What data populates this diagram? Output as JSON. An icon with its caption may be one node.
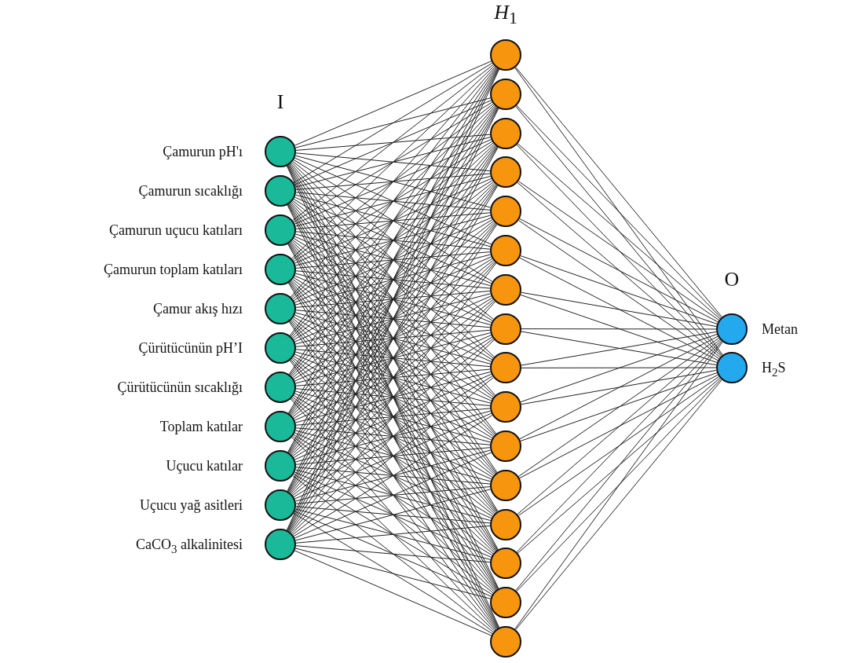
{
  "diagram": {
    "nodes": [
      {
        "text": [],
        "shape": "circle",
        "beside": [
          "Çamurun pH'ı"
        ]
      },
      {
        "text": [],
        "shape": "circle",
        "beside": [
          "Çamurun sıcaklığı"
        ]
      },
      {
        "text": [],
        "shape": "circle",
        "beside": [
          "Çamurun uçucu katıları"
        ]
      },
      {
        "text": [],
        "shape": "circle",
        "beside": [
          "Çamurun toplam katıları"
        ]
      },
      {
        "text": [],
        "shape": "circle",
        "beside": [
          "Çamur akış hızı"
        ]
      },
      {
        "text": [],
        "shape": "circle",
        "beside": [
          "Çürütücünün pH’I"
        ]
      },
      {
        "text": [],
        "shape": "circle",
        "beside": [
          "Çürütücünün sıcaklığı"
        ]
      },
      {
        "text": [],
        "shape": "circle",
        "beside": [
          "Toplam katılar"
        ]
      },
      {
        "text": [],
        "shape": "circle",
        "beside": [
          "Uçucu katılar"
        ]
      },
      {
        "text": [],
        "shape": "circle",
        "beside": [
          "Uçucu yağ asitleri"
        ]
      },
      {
        "text": [],
        "shape": "circle",
        "beside": [
          "CaCO$_{3}$ alkalinitesi"
        ]
      },
      {
        "text": [],
        "shape": "circle"
      },
      {
        "text": [],
        "shape": "circle"
      },
      {
        "text": [],
        "shape": "circle"
      },
      {
        "text": [],
        "shape": "circle"
      },
      {
        "text": [],
        "shape": "circle"
      },
      {
        "text": [],
        "shape": "circle"
      },
      {
        "text": [],
        "shape": "circle"
      },
      {
        "text": [],
        "shape": "circle"
      },
      {
        "text": [],
        "shape": "circle"
      },
      {
        "text": [],
        "shape": "circle"
      },
      {
        "text": [],
        "shape": "circle"
      },
      {
        "text": [],
        "shape": "circle"
      },
      {
        "text": [],
        "shape": "circle"
      },
      {
        "text": [],
        "shape": "circle"
      },
      {
        "text": [],
        "shape": "circle"
      },
      {
        "text": [],
        "shape": "circle"
      },
      {
        "text": [],
        "shape": "circle",
        "beside": [
          "Metan"
        ]
      },
      {
        "text": [],
        "shape": "circle",
        "beside": [
          "H$_{2}$S"
        ]
      }
    ],
    "edges": [
      {
        "from": 0,
        "to": 11,
        "arrow": "none"
      },
      {
        "from": 0,
        "to": 12,
        "arrow": "none"
      },
      {
        "from": 0,
        "to": 13,
        "arrow": "none"
      },
      {
        "from": 0,
        "to": 14,
        "arrow": "none"
      },
      {
        "from": 0,
        "to": 15,
        "arrow": "none"
      },
      {
        "from": 0,
        "to": 16,
        "arrow": "none"
      },
      {
        "from": 0,
        "to": 17,
        "arrow": "none"
      },
      {
        "from": 0,
        "to": 18,
        "arrow": "none"
      },
      {
        "from": 0,
        "to": 19,
        "arrow": "none"
      },
      {
        "from": 0,
        "to": 20,
        "arrow": "none"
      },
      {
        "from": 0,
        "to": 21,
        "arrow": "none"
      },
      {
        "from": 0,
        "to": 22,
        "arrow": "none"
      },
      {
        "from": 0,
        "to": 23,
        "arrow": "none"
      },
      {
        "from": 0,
        "to": 24,
        "arrow": "none"
      },
      {
        "from": 0,
        "to": 25,
        "arrow": "none"
      },
      {
        "from": 0,
        "to": 26,
        "arrow": "none"
      },
      {
        "from": 1,
        "to": 11,
        "arrow": "none"
      },
      {
        "from": 1,
        "to": 12,
        "arrow": "none"
      },
      {
        "from": 1,
        "to": 13,
        "arrow": "none"
      },
      {
        "from": 1,
        "to": 14,
        "arrow": "none"
      },
      {
        "from": 1,
        "to": 15,
        "arrow": "none"
      },
      {
        "from": 1,
        "to": 16,
        "arrow": "none"
      },
      {
        "from": 1,
        "to": 17,
        "arrow": "none"
      },
      {
        "from": 1,
        "to": 18,
        "arrow": "none"
      },
      {
        "from": 1,
        "to": 19,
        "arrow": "none"
      },
      {
        "from": 1,
        "to": 20,
        "arrow": "none"
      },
      {
        "from": 1,
        "to": 21,
        "arrow": "none"
      },
      {
        "from": 1,
        "to": 22,
        "arrow": "none"
      },
      {
        "from": 1,
        "to": 23,
        "arrow": "none"
      },
      {
        "from": 1,
        "to": 24,
        "arrow": "none"
      },
      {
        "from": 1,
        "to": 25,
        "arrow": "none"
      },
      {
        "from": 1,
        "to": 26,
        "arrow": "none"
      },
      {
        "from": 2,
        "to": 11,
        "arrow": "none"
      },
      {
        "from": 2,
        "to": 12,
        "arrow": "none"
      },
      {
        "from": 2,
        "to": 13,
        "arrow": "none"
      },
      {
        "from": 2,
        "to": 14,
        "arrow": "none"
      },
      {
        "from": 2,
        "to": 15,
        "arrow": "none"
      },
      {
        "from": 2,
        "to": 16,
        "arrow": "none"
      },
      {
        "from": 2,
        "to": 17,
        "arrow": "none"
      },
      {
        "from": 2,
        "to": 18,
        "arrow": "none"
      },
      {
        "from": 2,
        "to": 19,
        "arrow": "none"
      },
      {
        "from": 2,
        "to": 20,
        "arrow": "none"
      },
      {
        "from": 2,
        "to": 21,
        "arrow": "none"
      },
      {
        "from": 2,
        "to": 22,
        "arrow": "none"
      },
      {
        "from": 2,
        "to": 23,
        "arrow": "none"
      },
      {
        "from": 2,
        "to": 24,
        "arrow": "none"
      },
      {
        "from": 2,
        "to": 25,
        "arrow": "none"
      },
      {
        "from": 2,
        "to": 26,
        "arrow": "none"
      },
      {
        "from": 3,
        "to": 11,
        "arrow": "none"
      },
      {
        "from": 3,
        "to": 12,
        "arrow": "none"
      },
      {
        "from": 3,
        "to": 13,
        "arrow": "none"
      },
      {
        "from": 3,
        "to": 14,
        "arrow": "none"
      },
      {
        "from": 3,
        "to": 15,
        "arrow": "none"
      },
      {
        "from": 3,
        "to": 16,
        "arrow": "none"
      },
      {
        "from": 3,
        "to": 17,
        "arrow": "none"
      },
      {
        "from": 3,
        "to": 18,
        "arrow": "none"
      },
      {
        "from": 3,
        "to": 19,
        "arrow": "none"
      },
      {
        "from": 3,
        "to": 20,
        "arrow": "none"
      },
      {
        "from": 3,
        "to": 21,
        "arrow": "none"
      },
      {
        "from": 3,
        "to": 22,
        "arrow": "none"
      },
      {
        "from": 3,
        "to": 23,
        "arrow": "none"
      },
      {
        "from": 3,
        "to": 24,
        "arrow": "none"
      },
      {
        "from": 3,
        "to": 25,
        "arrow": "none"
      },
      {
        "from": 3,
        "to": 26,
        "arrow": "none"
      },
      {
        "from": 4,
        "to": 11,
        "arrow": "none"
      },
      {
        "from": 4,
        "to": 12,
        "arrow": "none"
      },
      {
        "from": 4,
        "to": 13,
        "arrow": "none"
      },
      {
        "from": 4,
        "to": 14,
        "arrow": "none"
      },
      {
        "from": 4,
        "to": 15,
        "arrow": "none"
      },
      {
        "from": 4,
        "to": 16,
        "arrow": "none"
      },
      {
        "from": 4,
        "to": 17,
        "arrow": "none"
      },
      {
        "from": 4,
        "to": 18,
        "arrow": "none"
      },
      {
        "from": 4,
        "to": 19,
        "arrow": "none"
      },
      {
        "from": 4,
        "to": 20,
        "arrow": "none"
      },
      {
        "from": 4,
        "to": 21,
        "arrow": "none"
      },
      {
        "from": 4,
        "to": 22,
        "arrow": "none"
      },
      {
        "from": 4,
        "to": 23,
        "arrow": "none"
      },
      {
        "from": 4,
        "to": 24,
        "arrow": "none"
      },
      {
        "from": 4,
        "to": 25,
        "arrow": "none"
      },
      {
        "from": 4,
        "to": 26,
        "arrow": "none"
      },
      {
        "from": 5,
        "to": 11,
        "arrow": "none"
      },
      {
        "from": 5,
        "to": 12,
        "arrow": "none"
      },
      {
        "from": 5,
        "to": 13,
        "arrow": "none"
      },
      {
        "from": 5,
        "to": 14,
        "arrow": "none"
      },
      {
        "from": 5,
        "to": 15,
        "arrow": "none"
      },
      {
        "from": 5,
        "to": 16,
        "arrow": "none"
      },
      {
        "from": 5,
        "to": 17,
        "arrow": "none"
      },
      {
        "from": 5,
        "to": 18,
        "arrow": "none"
      },
      {
        "from": 5,
        "to": 19,
        "arrow": "none"
      },
      {
        "from": 5,
        "to": 20,
        "arrow": "none"
      },
      {
        "from": 5,
        "to": 21,
        "arrow": "none"
      },
      {
        "from": 5,
        "to": 22,
        "arrow": "none"
      },
      {
        "from": 5,
        "to": 23,
        "arrow": "none"
      },
      {
        "from": 5,
        "to": 24,
        "arrow": "none"
      },
      {
        "from": 5,
        "to": 25,
        "arrow": "none"
      },
      {
        "from": 5,
        "to": 26,
        "arrow": "none"
      },
      {
        "from": 6,
        "to": 11,
        "arrow": "none"
      },
      {
        "from": 6,
        "to": 12,
        "arrow": "none"
      },
      {
        "from": 6,
        "to": 13,
        "arrow": "none"
      },
      {
        "from": 6,
        "to": 14,
        "arrow": "none"
      },
      {
        "from": 6,
        "to": 15,
        "arrow": "none"
      },
      {
        "from": 6,
        "to": 16,
        "arrow": "none"
      },
      {
        "from": 6,
        "to": 17,
        "arrow": "none"
      },
      {
        "from": 6,
        "to": 18,
        "arrow": "none"
      },
      {
        "from": 6,
        "to": 19,
        "arrow": "none"
      },
      {
        "from": 6,
        "to": 20,
        "arrow": "none"
      },
      {
        "from": 6,
        "to": 21,
        "arrow": "none"
      },
      {
        "from": 6,
        "to": 22,
        "arrow": "none"
      },
      {
        "from": 6,
        "to": 23,
        "arrow": "none"
      },
      {
        "from": 6,
        "to": 24,
        "arrow": "none"
      },
      {
        "from": 6,
        "to": 25,
        "arrow": "none"
      },
      {
        "from": 6,
        "to": 26,
        "arrow": "none"
      },
      {
        "from": 7,
        "to": 11,
        "arrow": "none"
      },
      {
        "from": 7,
        "to": 12,
        "arrow": "none"
      },
      {
        "from": 7,
        "to": 13,
        "arrow": "none"
      },
      {
        "from": 7,
        "to": 14,
        "arrow": "none"
      },
      {
        "from": 7,
        "to": 15,
        "arrow": "none"
      },
      {
        "from": 7,
        "to": 16,
        "arrow": "none"
      },
      {
        "from": 7,
        "to": 17,
        "arrow": "none"
      },
      {
        "from": 7,
        "to": 18,
        "arrow": "none"
      },
      {
        "from": 7,
        "to": 19,
        "arrow": "none"
      },
      {
        "from": 7,
        "to": 20,
        "arrow": "none"
      },
      {
        "from": 7,
        "to": 21,
        "arrow": "none"
      },
      {
        "from": 7,
        "to": 22,
        "arrow": "none"
      },
      {
        "from": 7,
        "to": 23,
        "arrow": "none"
      },
      {
        "from": 7,
        "to": 24,
        "arrow": "none"
      },
      {
        "from": 7,
        "to": 25,
        "arrow": "none"
      },
      {
        "from": 7,
        "to": 26,
        "arrow": "none"
      },
      {
        "from": 8,
        "to": 11,
        "arrow": "none"
      },
      {
        "from": 8,
        "to": 12,
        "arrow": "none"
      },
      {
        "from": 8,
        "to": 13,
        "arrow": "none"
      },
      {
        "from": 8,
        "to": 14,
        "arrow": "none"
      },
      {
        "from": 8,
        "to": 15,
        "arrow": "none"
      },
      {
        "from": 8,
        "to": 16,
        "arrow": "none"
      },
      {
        "from": 8,
        "to": 17,
        "arrow": "none"
      },
      {
        "from": 8,
        "to": 18,
        "arrow": "none"
      },
      {
        "from": 8,
        "to": 19,
        "arrow": "none"
      },
      {
        "from": 8,
        "to": 20,
        "arrow": "none"
      },
      {
        "from": 8,
        "to": 21,
        "arrow": "none"
      },
      {
        "from": 8,
        "to": 22,
        "arrow": "none"
      },
      {
        "from": 8,
        "to": 23,
        "arrow": "none"
      },
      {
        "from": 8,
        "to": 24,
        "arrow": "none"
      },
      {
        "from": 8,
        "to": 25,
        "arrow": "none"
      },
      {
        "from": 8,
        "to": 26,
        "arrow": "none"
      },
      {
        "from": 9,
        "to": 11,
        "arrow": "none"
      },
      {
        "from": 9,
        "to": 12,
        "arrow": "none"
      },
      {
        "from": 9,
        "to": 13,
        "arrow": "none"
      },
      {
        "from": 9,
        "to": 14,
        "arrow": "none"
      },
      {
        "from": 9,
        "to": 15,
        "arrow": "none"
      },
      {
        "from": 9,
        "to": 16,
        "arrow": "none"
      },
      {
        "from": 9,
        "to": 17,
        "arrow": "none"
      },
      {
        "from": 9,
        "to": 18,
        "arrow": "none"
      },
      {
        "from": 9,
        "to": 19,
        "arrow": "none"
      },
      {
        "from": 9,
        "to": 20,
        "arrow": "none"
      },
      {
        "from": 9,
        "to": 21,
        "arrow": "none"
      },
      {
        "from": 9,
        "to": 22,
        "arrow": "none"
      },
      {
        "from": 9,
        "to": 23,
        "arrow": "none"
      },
      {
        "from": 9,
        "to": 24,
        "arrow": "none"
      },
      {
        "from": 9,
        "to": 25,
        "arrow": "none"
      },
      {
        "from": 9,
        "to": 26,
        "arrow": "none"
      },
      {
        "from": 10,
        "to": 11,
        "arrow": "none"
      },
      {
        "from": 10,
        "to": 12,
        "arrow": "none"
      },
      {
        "from": 10,
        "to": 13,
        "arrow": "none"
      },
      {
        "from": 10,
        "to": 14,
        "arrow": "none"
      },
      {
        "from": 10,
        "to": 15,
        "arrow": "none"
      },
      {
        "from": 10,
        "to": 16,
        "arrow": "none"
      },
      {
        "from": 10,
        "to": 17,
        "arrow": "none"
      },
      {
        "from": 10,
        "to": 18,
        "arrow": "none"
      },
      {
        "from": 10,
        "to": 19,
        "arrow": "none"
      },
      {
        "from": 10,
        "to": 20,
        "arrow": "none"
      },
      {
        "from": 10,
        "to": 21,
        "arrow": "none"
      },
      {
        "from": 10,
        "to": 22,
        "arrow": "none"
      },
      {
        "from": 10,
        "to": 23,
        "arrow": "none"
      },
      {
        "from": 10,
        "to": 24,
        "arrow": "none"
      },
      {
        "from": 10,
        "to": 25,
        "arrow": "none"
      },
      {
        "from": 10,
        "to": 26,
        "arrow": "none"
      },
      {
        "from": 11,
        "to": 27,
        "arrow": "none"
      },
      {
        "from": 11,
        "to": 28,
        "arrow": "none"
      },
      {
        "from": 12,
        "to": 27,
        "arrow": "none"
      },
      {
        "from": 12,
        "to": 28,
        "arrow": "none"
      },
      {
        "from": 13,
        "to": 27,
        "arrow": "none"
      },
      {
        "from": 13,
        "to": 28,
        "arrow": "none"
      },
      {
        "from": 14,
        "to": 27,
        "arrow": "none"
      },
      {
        "from": 14,
        "to": 28,
        "arrow": "none"
      },
      {
        "from": 15,
        "to": 27,
        "arrow": "none"
      },
      {
        "from": 15,
        "to": 28,
        "arrow": "none"
      },
      {
        "from": 16,
        "to": 27,
        "arrow": "none"
      },
      {
        "from": 16,
        "to": 28,
        "arrow": "none"
      },
      {
        "from": 17,
        "to": 27,
        "arrow": "none"
      },
      {
        "from": 17,
        "to": 28,
        "arrow": "none"
      },
      {
        "from": 18,
        "to": 27,
        "arrow": "none"
      },
      {
        "from": 18,
        "to": 28,
        "arrow": "none"
      },
      {
        "from": 19,
        "to": 27,
        "arrow": "none"
      },
      {
        "from": 19,
        "to": 28,
        "arrow": "none"
      },
      {
        "from": 20,
        "to": 27,
        "arrow": "none"
      },
      {
        "from": 20,
        "to": 28,
        "arrow": "none"
      },
      {
        "from": 21,
        "to": 27,
        "arrow": "none"
      },
      {
        "from": 21,
        "to": 28,
        "arrow": "none"
      },
      {
        "from": 22,
        "to": 27,
        "arrow": "none"
      },
      {
        "from": 22,
        "to": 28,
        "arrow": "none"
      },
      {
        "from": 23,
        "to": 27,
        "arrow": "none"
      },
      {
        "from": 23,
        "to": 28,
        "arrow": "none"
      },
      {
        "from": 24,
        "to": 27,
        "arrow": "none"
      },
      {
        "from": 24,
        "to": 28,
        "arrow": "none"
      },
      {
        "from": 25,
        "to": 27,
        "arrow": "none"
      },
      {
        "from": 25,
        "to": 28,
        "arrow": "none"
      },
      {
        "from": 26,
        "to": 27,
        "arrow": "none"
      },
      {
        "from": 26,
        "to": 28,
        "arrow": "none"
      }
    ],
    "labels": [
      "*H*$_{1}$",
      "I",
      "O"
    ]
  }
}
